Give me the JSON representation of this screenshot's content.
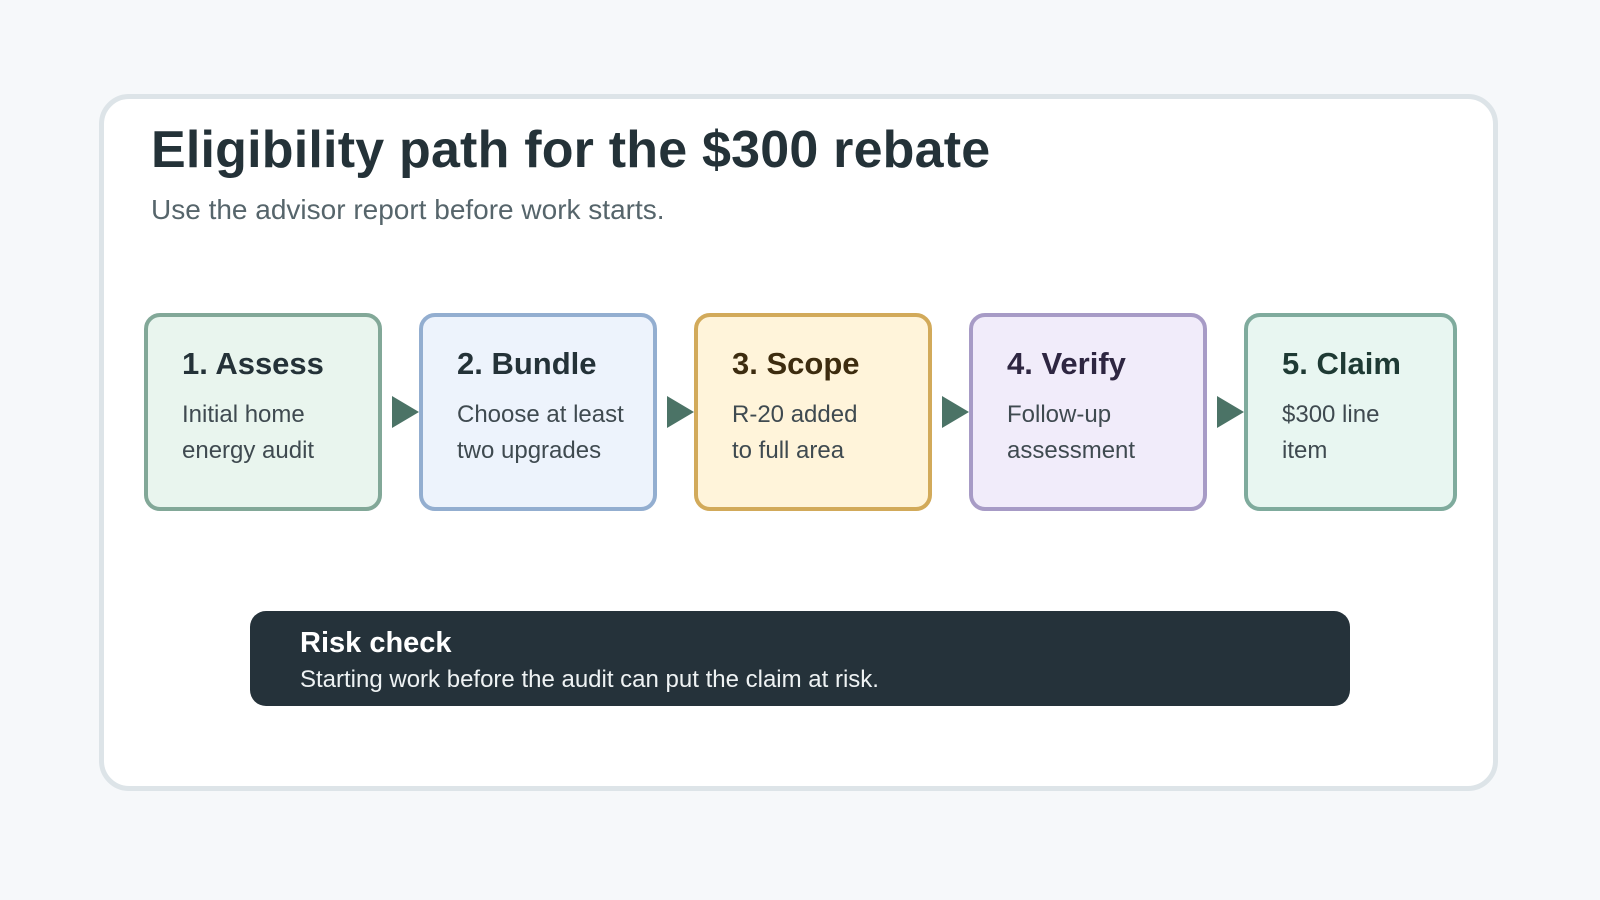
{
  "title": "Eligibility path for the $300 rebate",
  "subtitle": "Use the advisor report before work starts.",
  "steps": [
    {
      "title": "1. Assess",
      "description": "Initial home\nenergy audit",
      "fill": "#e9f5ee",
      "border": "#82a898",
      "text_color": "#243238"
    },
    {
      "title": "2. Bundle",
      "description": "Choose at least\ntwo upgrades",
      "fill": "#edf3fc",
      "border": "#93aed0",
      "text_color": "#243238"
    },
    {
      "title": "3. Scope",
      "description": "R-20 added\nto full area",
      "fill": "#fff4da",
      "border": "#d2aa5a",
      "text_color": "#3d2c0f"
    },
    {
      "title": "4. Verify",
      "description": "Follow-up\nassessment",
      "fill": "#f1ecfa",
      "border": "#a79bc6",
      "text_color": "#2e2641"
    },
    {
      "title": "5. Claim",
      "description": "$300 line\nitem",
      "fill": "#e8f6f1",
      "border": "#7fab9d",
      "text_color": "#1e3a34"
    }
  ],
  "arrow_color": "#4b7366",
  "risk_check": {
    "title": "Risk check",
    "text": "Starting work before the audit can put the claim at risk."
  }
}
